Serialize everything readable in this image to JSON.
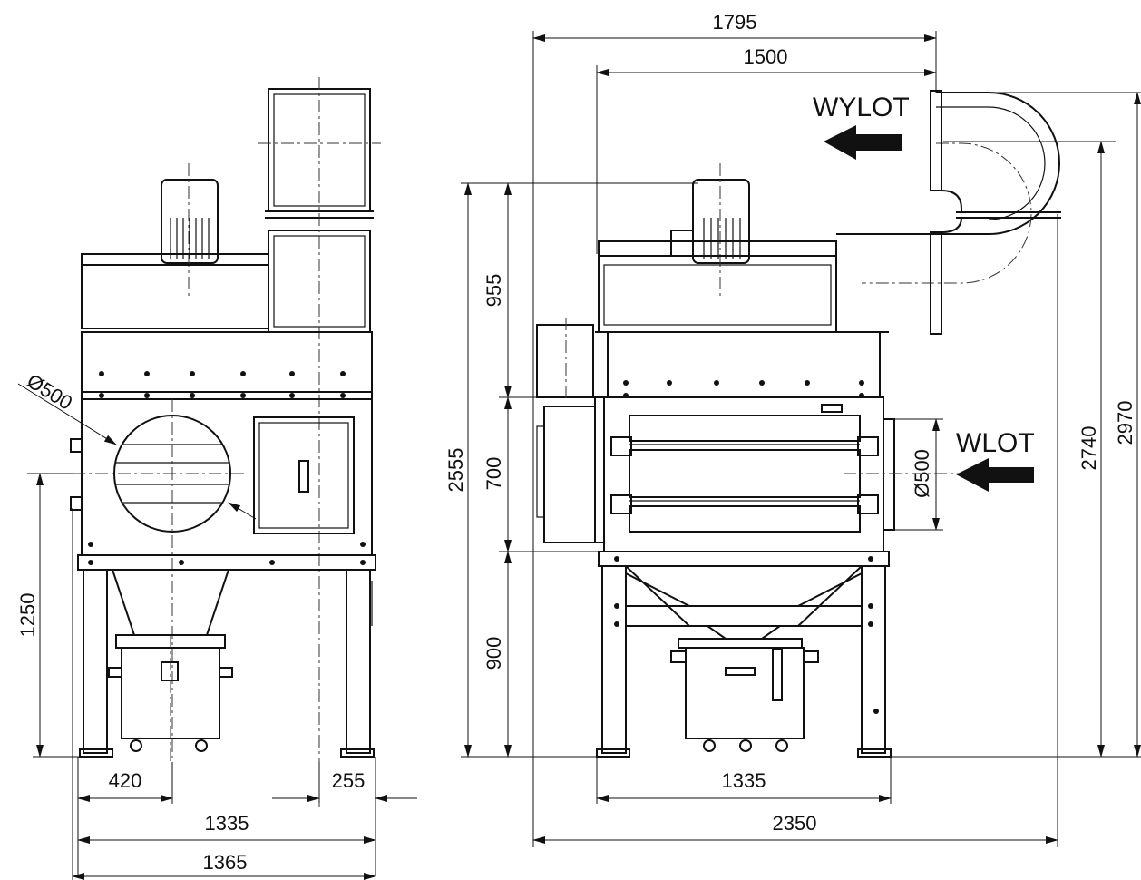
{
  "labels": {
    "outlet": "WYLOT",
    "inlet": "WLOT",
    "diameter_side": "Ø500",
    "diameter_front": "Ø500"
  },
  "dimensions": {
    "total_width": "1795",
    "upper_width": "1500",
    "total_height": "2555",
    "motor_section": "955",
    "filter_section": "700",
    "stand_height": "900",
    "outlet_height": "2740",
    "max_height": "2970",
    "base_width_front": "1335",
    "overall_length": "2350",
    "inlet_height": "1250",
    "inlet_offset": "420",
    "leg_width": "255",
    "base_width_side": "1335",
    "overall_width_side": "1365"
  },
  "colors": {
    "line": "#111111",
    "background": "#ffffff"
  }
}
